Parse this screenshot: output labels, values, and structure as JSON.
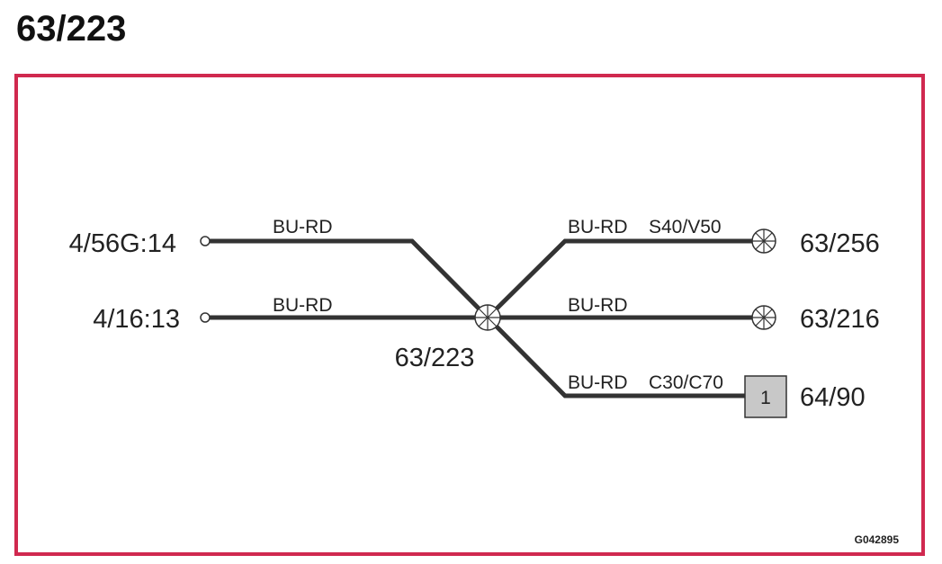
{
  "header": {
    "title": "63/223"
  },
  "diagram": {
    "splice_label": "63/223",
    "left_connectors": [
      {
        "label": "4/56G:14",
        "wire_color": "BU-RD"
      },
      {
        "label": "4/16:13",
        "wire_color": "BU-RD"
      }
    ],
    "right_connectors": [
      {
        "label": "63/256",
        "wire_color": "BU-RD",
        "variant": "S40/V50",
        "terminal": "splice"
      },
      {
        "label": "63/216",
        "wire_color": "BU-RD",
        "variant": "",
        "terminal": "splice"
      },
      {
        "label": "64/90",
        "wire_color": "BU-RD",
        "variant": "C30/C70",
        "terminal": "pin",
        "pin": "1"
      }
    ],
    "figure_code": "G042895"
  },
  "colors": {
    "frame_border": "#d0294f",
    "wire": "#333333",
    "pin_fill": "#c8c8c8"
  }
}
